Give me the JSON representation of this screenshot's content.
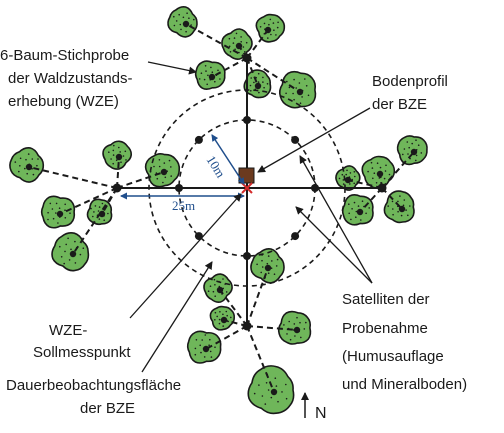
{
  "labels": {
    "wze_sample": [
      "6-Baum-Stichprobe",
      "der Waldzustands-",
      "erhebung (WZE)"
    ],
    "soil_profile": [
      "Bodenprofil",
      "der BZE"
    ],
    "satellites": [
      "Satelliten der",
      "Probenahme",
      "(Humusauflage",
      "und Mineralboden)"
    ],
    "target_point": [
      "WZE-",
      "Sollmesspunkt"
    ],
    "permanent_plot": [
      "Dauerbeobachtungsfläche",
      "der BZE"
    ],
    "north": "N"
  },
  "measures": {
    "inner_radius": "10m",
    "outer_radius": "25m"
  },
  "colors": {
    "tree_fill": "#6fb65a",
    "tree_stroke": "#1a1a1a",
    "soil_profile": "#6b3a1f",
    "center_mark": "#d42a2a",
    "measure": "#1f4e8c"
  }
}
